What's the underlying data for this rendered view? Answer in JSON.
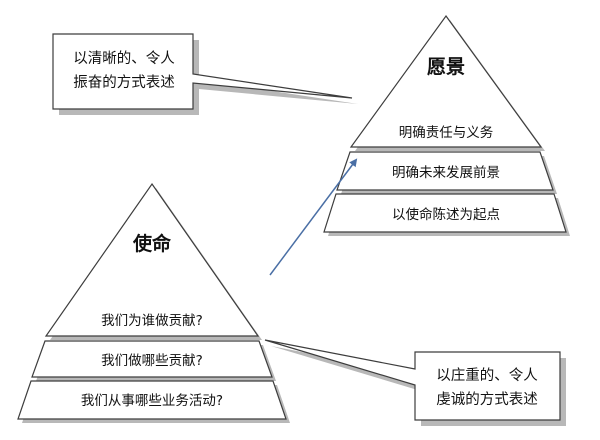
{
  "vision": {
    "title": "愿景",
    "tiers": [
      "明确责任与义务",
      "明确未来发展前景",
      "以使命陈述为起点"
    ]
  },
  "mission": {
    "title": "使命",
    "tiers": [
      "我们为谁做贡献?",
      "我们做哪些贡献?",
      "我们从事哪些业务活动?"
    ]
  },
  "callouts": {
    "vision": [
      "以清晰的、令人",
      "振奋的方式表述"
    ],
    "mission": [
      "以庄重的、令人",
      "虔诚的方式表述"
    ]
  },
  "colors": {
    "stroke": "#3d3d3d",
    "shadow": "#b8b8b8",
    "arrow": "#4a6fa5",
    "fill": "#ffffff"
  }
}
